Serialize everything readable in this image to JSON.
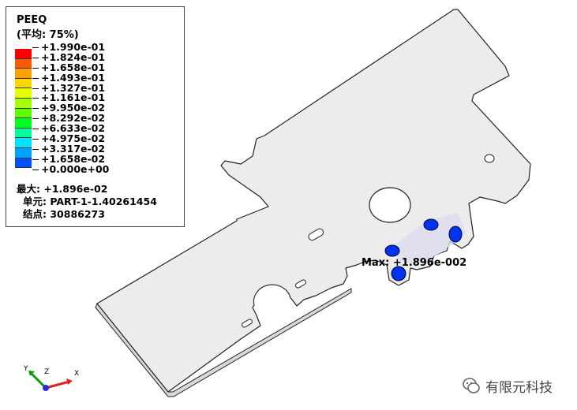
{
  "legend": {
    "title": "PEEQ",
    "averaging": "(平均: 75%)",
    "levels": [
      "+1.990e-01",
      "+1.824e-01",
      "+1.658e-01",
      "+1.493e-01",
      "+1.327e-01",
      "+1.161e-01",
      "+9.950e-02",
      "+8.292e-02",
      "+6.633e-02",
      "+4.975e-02",
      "+3.317e-02",
      "+1.658e-02",
      "+0.000e+00"
    ],
    "colors": [
      "#ff0000",
      "#ff5a00",
      "#ff9f00",
      "#ffd600",
      "#e4ff00",
      "#a6ff00",
      "#5cff00",
      "#00ff20",
      "#00ff9a",
      "#00e2ff",
      "#00a2ff",
      "#0050ff",
      "#0000ff"
    ],
    "max_line": "最大: +1.896e-02",
    "element_line": "单元: PART-1-1.40261454",
    "node_line": "结点: 30886273"
  },
  "model": {
    "max_label": "Max: +1.896e-002",
    "part_color": "#ececec",
    "edge_color": "#222222",
    "hot_color": "#0033ee"
  },
  "triad": {
    "x": "X",
    "y": "Y",
    "z": "Z"
  },
  "watermark": {
    "text": "有限元科技"
  }
}
